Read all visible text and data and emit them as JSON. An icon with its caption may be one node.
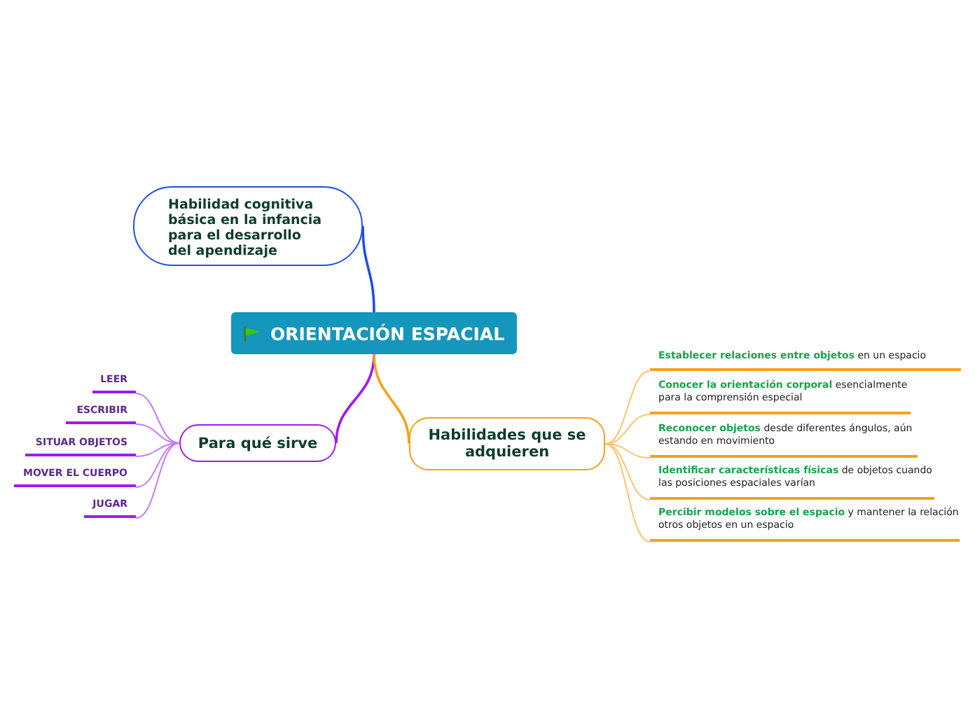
{
  "diagram": {
    "nodes": [
      {
        "text": [
          "ORIENTACIÓN ESPACIAL"
        ]
      },
      {
        "text": [
          "Habilidad cognitiva básica en la infancia para el desarrollo del apendizaje"
        ]
      },
      {
        "text": [
          "Para qué sirve"
        ]
      },
      {
        "text": [
          "Habilidades que se adquieren"
        ]
      },
      {
        "text": [
          "LEER"
        ]
      },
      {
        "text": [
          "ESCRIBIR"
        ]
      },
      {
        "text": [
          "SITUAR OBJETOS"
        ]
      },
      {
        "text": [
          "MOVER EL CUERPO"
        ]
      },
      {
        "text": [
          "JUGAR"
        ]
      },
      {
        "text": [
          "**Establecer relaciones entre objetos** en un espacio"
        ]
      },
      {
        "text": [
          "**Conocer la orientación corporal** esencialmente para la comprensión especial"
        ]
      },
      {
        "text": [
          "**Reconocer objetos** desde diferentes ángulos, aún estando en movimiento"
        ]
      },
      {
        "text": [
          "**Identificar características físicas** de objetos cuando las posiciones espaciales varían"
        ]
      },
      {
        "text": [
          "**Percibir modelos sobre el espacio** y mantener la relación otros objetos en un espacio"
        ]
      }
    ],
    "edges": [
      {
        "from": 0,
        "to": 1,
        "arrow": "none",
        "color": "#1f4fe6"
      },
      {
        "from": 0,
        "to": 2,
        "arrow": "none",
        "color": "#9b1cf0"
      },
      {
        "from": 0,
        "to": 3,
        "arrow": "none",
        "color": "#f7a01c"
      },
      {
        "from": 2,
        "to": 4,
        "arrow": "none",
        "color": "#c47cf5"
      },
      {
        "from": 2,
        "to": 5,
        "arrow": "none",
        "color": "#c47cf5"
      },
      {
        "from": 2,
        "to": 6,
        "arrow": "none",
        "color": "#c47cf5"
      },
      {
        "from": 2,
        "to": 7,
        "arrow": "none",
        "color": "#c47cf5"
      },
      {
        "from": 2,
        "to": 8,
        "arrow": "none",
        "color": "#c47cf5"
      },
      {
        "from": 3,
        "to": 9,
        "arrow": "none",
        "color": "#fbc36a"
      },
      {
        "from": 3,
        "to": 10,
        "arrow": "none",
        "color": "#fbc36a"
      },
      {
        "from": 3,
        "to": 11,
        "arrow": "none",
        "color": "#fbc36a"
      },
      {
        "from": 3,
        "to": 12,
        "arrow": "none",
        "color": "#fbc36a"
      },
      {
        "from": 3,
        "to": 13,
        "arrow": "none",
        "color": "#fbc36a"
      }
    ]
  }
}
